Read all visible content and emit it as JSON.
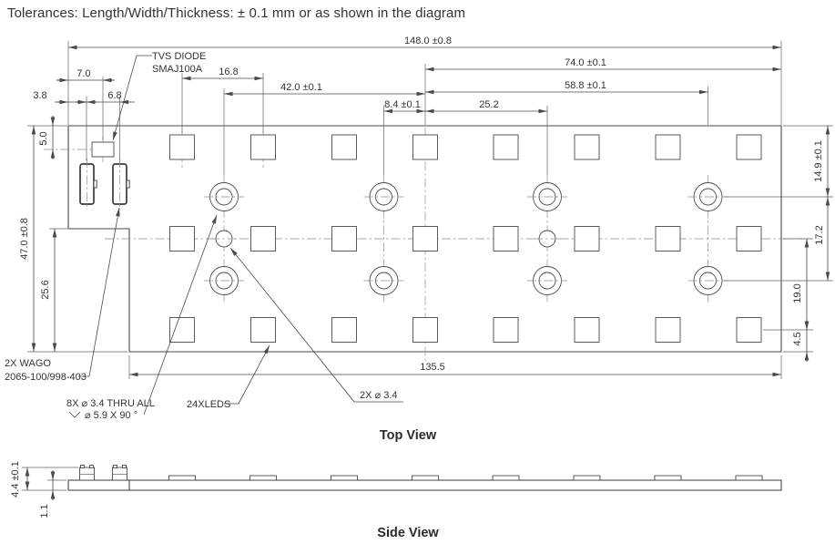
{
  "title": "Tolerances: Length/Width/Thickness: ± 0.1 mm or as shown in the diagram",
  "top_view": {
    "caption": "Top View",
    "dimensions": {
      "board_width": "148.0 ±0.8",
      "center_to_right_edge": "74.0 ±0.1",
      "center_to_hole_col4": "58.8 ±0.1",
      "hole_col1_to_center": "42.0 ±0.1",
      "led_pitch": "16.8",
      "hole_col2_to_center": "8.4 ±0.1",
      "center_to_hole_col3": "25.2",
      "edge_to_tvs": "7.0",
      "edge_to_wago1": "3.8",
      "wago_pitch": "6.8",
      "top_edge_to_tvs": "5.0",
      "board_height": "47.0 ±0.8",
      "notch_height": "25.6",
      "top_edge_to_hole_row1": "14.9 ±0.1",
      "hole_row1_to_row2": "17.2",
      "centerline_to_led_row3": "19.0",
      "led_row3_to_bottom_edge": "4.5",
      "bottom_edge_length": "135.5"
    },
    "callouts": {
      "tvs_diode_line1": "TVS DIODE",
      "tvs_diode_line2": "SMAJ100A",
      "wago_line1": "2X WAGO",
      "wago_line2": "2065-100/998-403",
      "mounting_holes_line1": "8X  ⌀ 3.4 THRU ALL",
      "mounting_holes_line2": "⌀ 5.9 X 90 °",
      "leds": "24XLEDS",
      "small_holes": "2X  ⌀ 3.4"
    }
  },
  "side_view": {
    "caption": "Side View",
    "dimensions": {
      "overall_thickness": "4.4 ±0.1",
      "pcb_thickness": "1.1"
    }
  }
}
